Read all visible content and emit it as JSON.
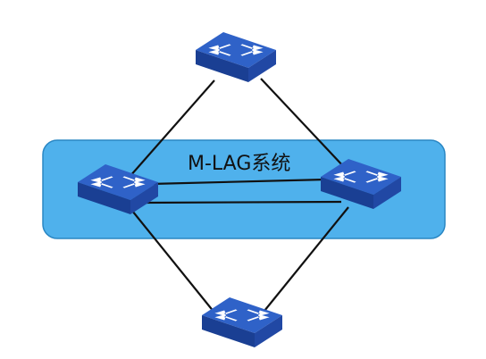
{
  "diagram": {
    "system_label": "M-LAG系统",
    "colors": {
      "system_fill": "#4fb1ec",
      "system_stroke": "#2a87c4",
      "switch_top": "#2f62c8",
      "switch_side": "#2148a4",
      "switch_front": "#1a3f93",
      "link": "#111111"
    },
    "nodes": [
      {
        "id": "switch-top",
        "icon": "switch-icon"
      },
      {
        "id": "switch-left",
        "icon": "switch-icon"
      },
      {
        "id": "switch-right",
        "icon": "switch-icon"
      },
      {
        "id": "switch-bottom",
        "icon": "switch-icon"
      }
    ],
    "links": [
      {
        "from": "switch-top",
        "to": "switch-left"
      },
      {
        "from": "switch-top",
        "to": "switch-right"
      },
      {
        "from": "switch-left",
        "to": "switch-right",
        "kind": "peer-link-1"
      },
      {
        "from": "switch-left",
        "to": "switch-right",
        "kind": "peer-link-2"
      },
      {
        "from": "switch-bottom",
        "to": "switch-left"
      },
      {
        "from": "switch-bottom",
        "to": "switch-right"
      }
    ]
  }
}
